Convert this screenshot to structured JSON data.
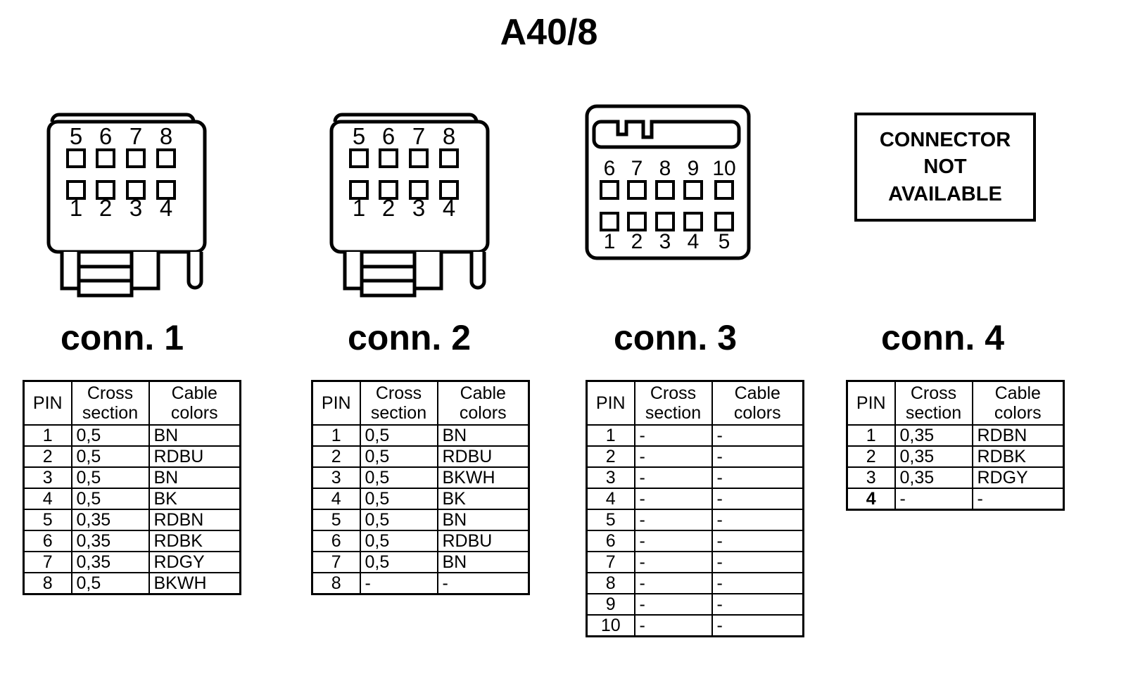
{
  "title": "A40/8",
  "connectors": [
    {
      "id": "conn-1",
      "label": "conn. 1",
      "type": "8-pin-housing",
      "top_row_pins": [
        "5",
        "6",
        "7",
        "8"
      ],
      "bottom_row_pins": [
        "1",
        "2",
        "3",
        "4"
      ]
    },
    {
      "id": "conn-2",
      "label": "conn. 2",
      "type": "8-pin-housing",
      "top_row_pins": [
        "5",
        "6",
        "7",
        "8"
      ],
      "bottom_row_pins": [
        "1",
        "2",
        "3",
        "4"
      ]
    },
    {
      "id": "conn-3",
      "label": "conn. 3",
      "type": "10-pin-housing",
      "top_row_pins": [
        "6",
        "7",
        "8",
        "9",
        "10"
      ],
      "bottom_row_pins": [
        "1",
        "2",
        "3",
        "4",
        "5"
      ]
    },
    {
      "id": "conn-4",
      "label": "conn. 4",
      "type": "not-available",
      "unavailable_lines": [
        "CONNECTOR",
        "NOT",
        "AVAILABLE"
      ]
    }
  ],
  "table_headers": {
    "pin": "PIN",
    "cross_section_line1": "Cross",
    "cross_section_line2": "section",
    "cable_colors_line1": "Cable",
    "cable_colors_line2": "colors"
  },
  "tables": [
    {
      "id": "pin-table-1",
      "for_connector": "conn. 1",
      "rows": [
        {
          "pin": "1",
          "cross_section": "0,5",
          "cable_colors": "BN"
        },
        {
          "pin": "2",
          "cross_section": "0,5",
          "cable_colors": "RDBU"
        },
        {
          "pin": "3",
          "cross_section": "0,5",
          "cable_colors": "BN"
        },
        {
          "pin": "4",
          "cross_section": "0,5",
          "cable_colors": "BK"
        },
        {
          "pin": "5",
          "cross_section": "0,35",
          "cable_colors": "RDBN"
        },
        {
          "pin": "6",
          "cross_section": "0,35",
          "cable_colors": "RDBK"
        },
        {
          "pin": "7",
          "cross_section": "0,35",
          "cable_colors": "RDGY"
        },
        {
          "pin": "8",
          "cross_section": "0,5",
          "cable_colors": "BKWH"
        }
      ]
    },
    {
      "id": "pin-table-2",
      "for_connector": "conn. 2",
      "rows": [
        {
          "pin": "1",
          "cross_section": "0,5",
          "cable_colors": "BN"
        },
        {
          "pin": "2",
          "cross_section": "0,5",
          "cable_colors": "RDBU"
        },
        {
          "pin": "3",
          "cross_section": "0,5",
          "cable_colors": "BKWH"
        },
        {
          "pin": "4",
          "cross_section": "0,5",
          "cable_colors": "BK"
        },
        {
          "pin": "5",
          "cross_section": "0,5",
          "cable_colors": "BN"
        },
        {
          "pin": "6",
          "cross_section": "0,5",
          "cable_colors": "RDBU"
        },
        {
          "pin": "7",
          "cross_section": "0,5",
          "cable_colors": "BN"
        },
        {
          "pin": "8",
          "cross_section": "-",
          "cable_colors": "-"
        }
      ]
    },
    {
      "id": "pin-table-3",
      "for_connector": "conn. 3",
      "rows": [
        {
          "pin": "1",
          "cross_section": "-",
          "cable_colors": "-"
        },
        {
          "pin": "2",
          "cross_section": "-",
          "cable_colors": "-"
        },
        {
          "pin": "3",
          "cross_section": "-",
          "cable_colors": "-"
        },
        {
          "pin": "4",
          "cross_section": "-",
          "cable_colors": "-"
        },
        {
          "pin": "5",
          "cross_section": "-",
          "cable_colors": "-"
        },
        {
          "pin": "6",
          "cross_section": "-",
          "cable_colors": "-"
        },
        {
          "pin": "7",
          "cross_section": "-",
          "cable_colors": "-"
        },
        {
          "pin": "8",
          "cross_section": "-",
          "cable_colors": "-"
        },
        {
          "pin": "9",
          "cross_section": "-",
          "cable_colors": "-"
        },
        {
          "pin": "10",
          "cross_section": "-",
          "cable_colors": "-"
        }
      ]
    },
    {
      "id": "pin-table-4",
      "for_connector": "conn. 4",
      "rows": [
        {
          "pin": "1",
          "cross_section": "0,35",
          "cable_colors": "RDBN"
        },
        {
          "pin": "2",
          "cross_section": "0,35",
          "cable_colors": "RDBK"
        },
        {
          "pin": "3",
          "cross_section": "0,35",
          "cable_colors": "RDGY"
        },
        {
          "pin": "4",
          "cross_section": "-",
          "cable_colors": "-",
          "bold_pin": true
        }
      ]
    }
  ],
  "colors": {
    "line": "#000000",
    "background": "#ffffff"
  }
}
